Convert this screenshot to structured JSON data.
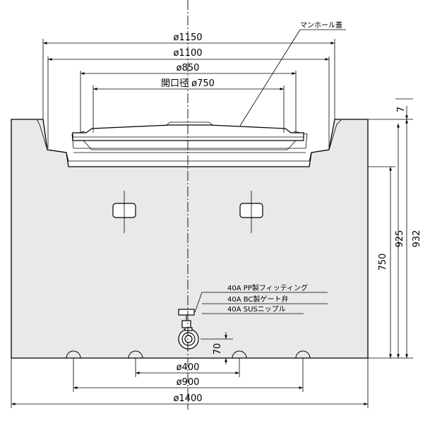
{
  "labels": {
    "d1150": "ø1150",
    "d1100": "ø1100",
    "d850": "ø850",
    "d750": "開口径 ø750",
    "d400": "ø400",
    "d900": "ø900",
    "d1400": "ø1400",
    "v7": "7",
    "v925": "925",
    "v932": "932",
    "v750": "750",
    "v70": "70",
    "manhole_cover": "マンホール蓋",
    "note1": "40A PP製フィッティング",
    "note2": "40A BC製ゲート弁",
    "note3": "40A SUSニップル"
  }
}
